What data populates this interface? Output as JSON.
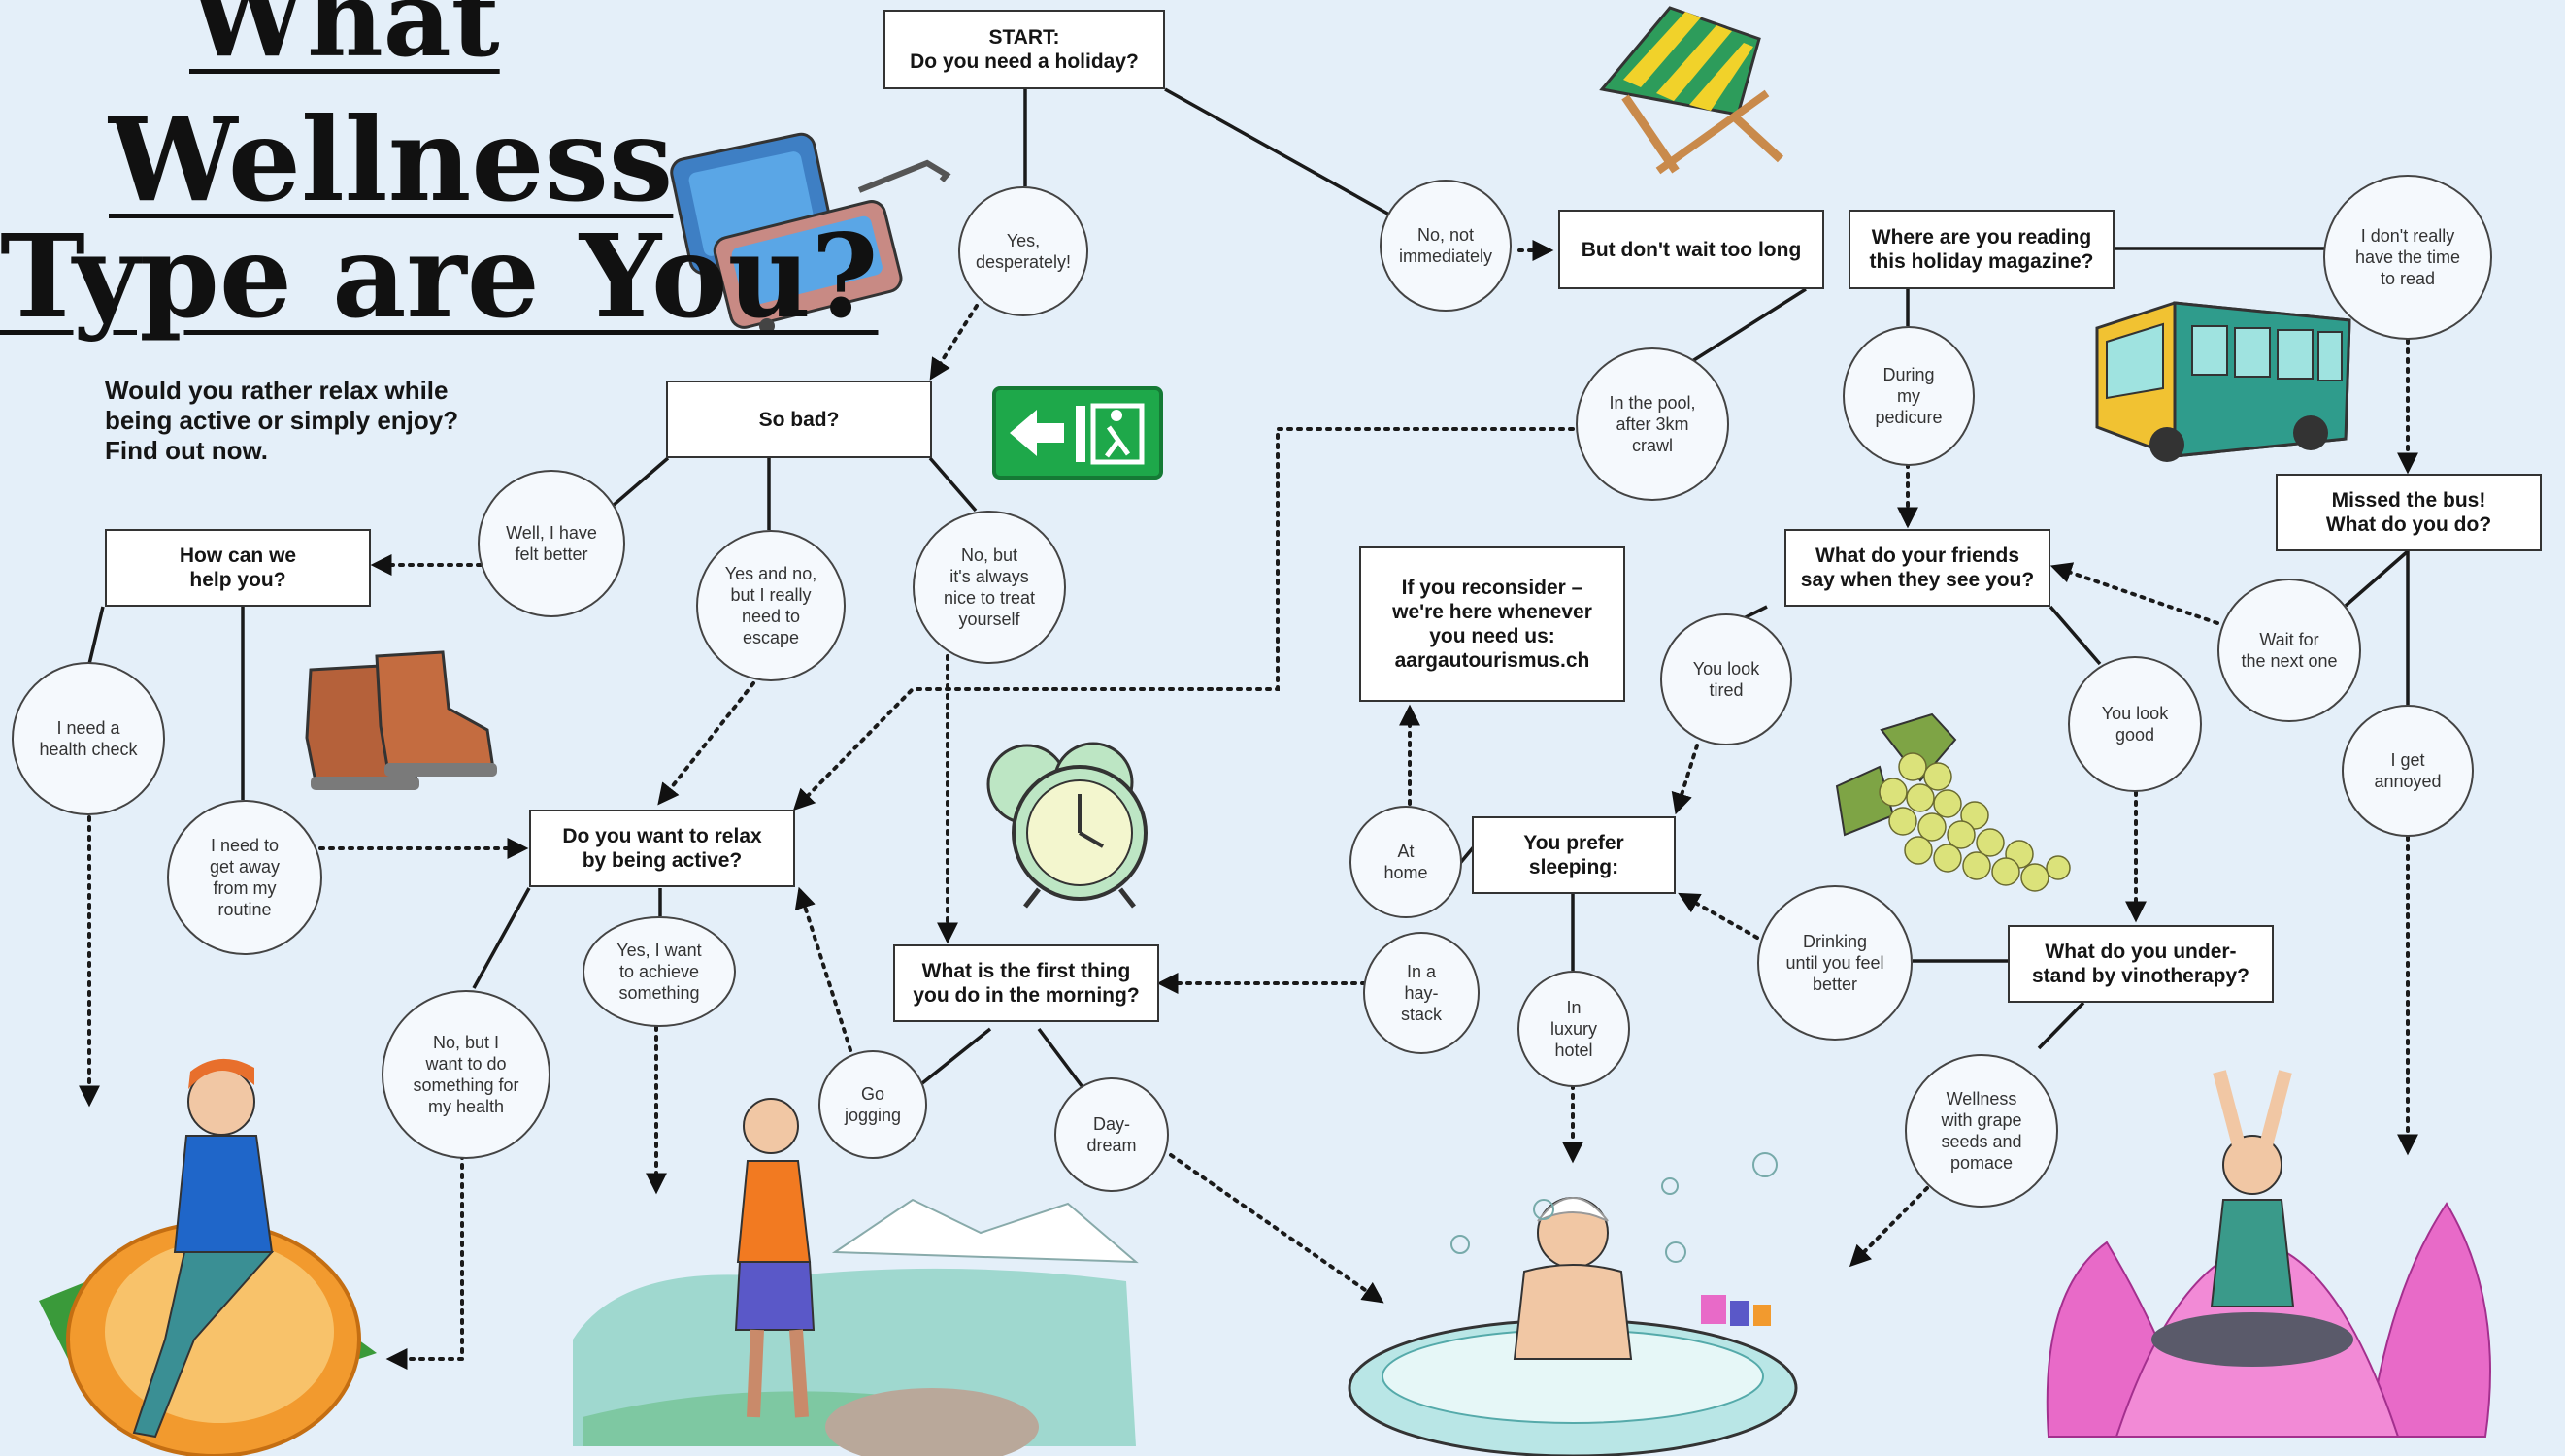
{
  "title": {
    "line1": "What",
    "line2": "Wellness",
    "line3": "Type are You?"
  },
  "subtitle": "Would you rather relax while\nbeing active or simply enjoy?\nFind out now.",
  "questions": {
    "start": "START:\nDo you need a holiday?",
    "dont_wait": "But don't wait too long",
    "where_reading": "Where are you reading\nthis holiday magazine?",
    "so_bad": "So bad?",
    "how_help": "How can we\nhelp you?",
    "missed_bus": "Missed the bus!\nWhat do you do?",
    "friends_say": "What do your friends\nsay when they see you?",
    "reconsider": "If you reconsider –\nwe're here whenever\nyou need us:\naargautourismus.ch",
    "relax_active": "Do you want to relax\nby being active?",
    "prefer_sleeping": "You prefer\nsleeping:",
    "first_thing": "What is the first thing\nyou do in the morning?",
    "vinotherapy": "What do you under-\nstand by vinotherapy?"
  },
  "answers": {
    "yes_desperately": "Yes,\ndesperately!",
    "no_not_immediately": "No, not\nimmediately",
    "dont_have_time": "I don't really\nhave the time\nto read",
    "in_the_pool": "In the pool,\nafter 3km\ncrawl",
    "during_pedicure": "During\nmy\npedicure",
    "felt_better": "Well, I have\nfelt better",
    "yes_and_no": "Yes and no,\nbut I really\nneed to\nescape",
    "no_but_nice": "No, but\nit's always\nnice to treat\nyourself",
    "health_check": "I need a\nhealth check",
    "get_away": "I need to\nget away\nfrom my\nroutine",
    "wait_next": "Wait for\nthe next one",
    "get_annoyed": "I get\nannoyed",
    "look_tired": "You look\ntired",
    "look_good": "You look\ngood",
    "at_home": "At\nhome",
    "in_haystack": "In a\nhay-\nstack",
    "luxury_hotel": "In\nluxury\nhotel",
    "drinking": "Drinking\nuntil you feel\nbetter",
    "grape_seeds": "Wellness\nwith grape\nseeds and\npomace",
    "no_but_health": "No, but I\nwant to do\nsomething for\nmy health",
    "achieve": "Yes, I want\nto achieve\nsomething",
    "go_jogging": "Go\njogging",
    "daydream": "Day-\ndream"
  },
  "colors": {
    "background": "#e4eff9",
    "lines": "#1a1a1a",
    "exit_sign": "#1ea84a",
    "bus": "#2f9c8c",
    "lotus": "#e86ac8",
    "orange": "#f29a2e",
    "pool": "#b9e6e6"
  },
  "illustrations": [
    "deck-chair-icon",
    "suitcase-icon",
    "exit-sign-icon",
    "bus-icon",
    "hiking-boots-icon",
    "alarm-clock-icon",
    "grapes-icon",
    "woman-on-orange-icon",
    "hiker-lake-icon",
    "whirlpool-icon",
    "yoga-lotus-icon"
  ]
}
